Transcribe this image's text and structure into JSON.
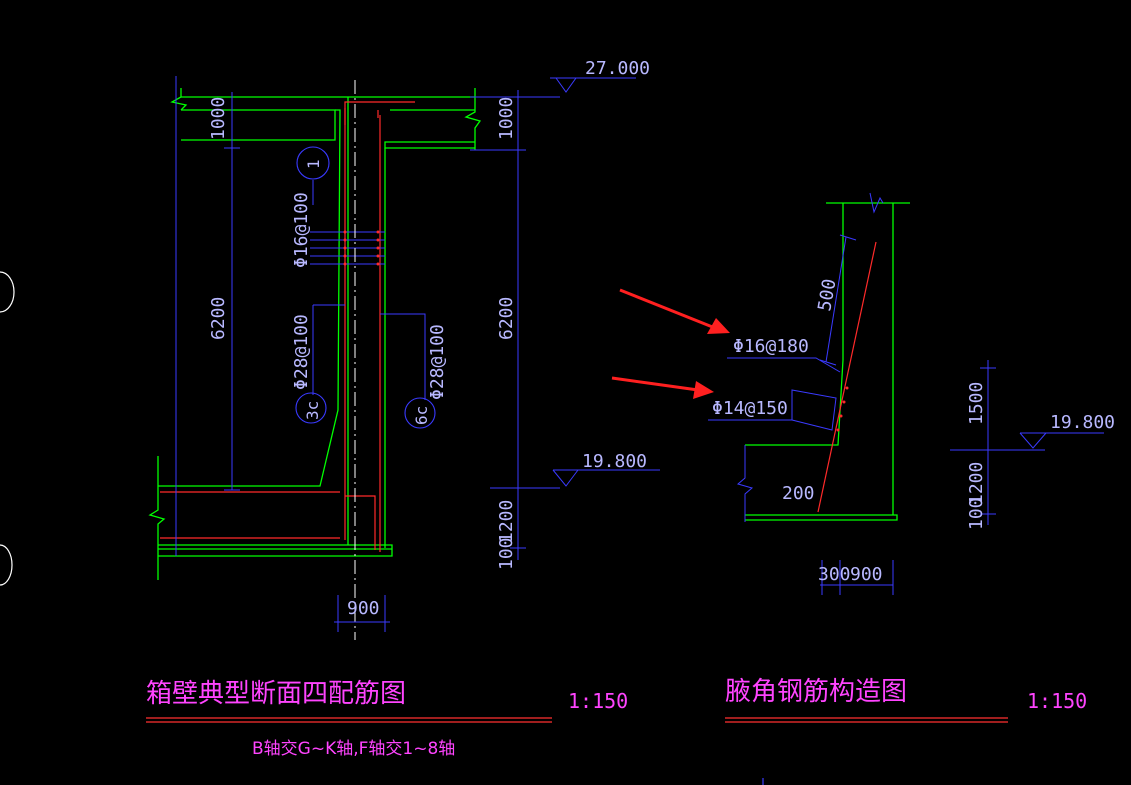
{
  "colors": {
    "background": "#000000",
    "wall": "#00ff00",
    "rebar": "#ff2a2a",
    "dimension": "#3a3aff",
    "label": "#b8b8ff",
    "title": "#ff44ff",
    "axis": "#ffffff",
    "arrow": "#ff2020"
  },
  "left_drawing": {
    "elevation_top": "27.000",
    "elevation_bottom": "19.800",
    "dim_left_top": "1000",
    "dim_left_mid": "6200",
    "dim_right_top": "1000",
    "dim_right_mid": "6200",
    "dim_right_bottom_a": "1200",
    "dim_right_bottom_b": "100",
    "dim_width": "900",
    "rebar_top": "Φ16@100",
    "rebar_left": "Φ28@100",
    "rebar_right": "Φ28@100",
    "tag_1": "1",
    "tag_3c": "3c",
    "tag_6c": "6c",
    "title": "箱壁典型断面四配筋图",
    "scale": "1:150",
    "subtitle": "B轴交G~K轴,F轴交1~8轴"
  },
  "right_drawing": {
    "dim_500": "500",
    "rebar_a": "Φ16@180",
    "rebar_b": "Φ14@150",
    "dim_200": "200",
    "dim_300": "300",
    "dim_900": "900",
    "dim_1500": "1500",
    "dim_1200": "1200",
    "dim_100": "100",
    "elevation": "19.800",
    "title": "腋角钢筋构造图",
    "scale": "1:150"
  }
}
